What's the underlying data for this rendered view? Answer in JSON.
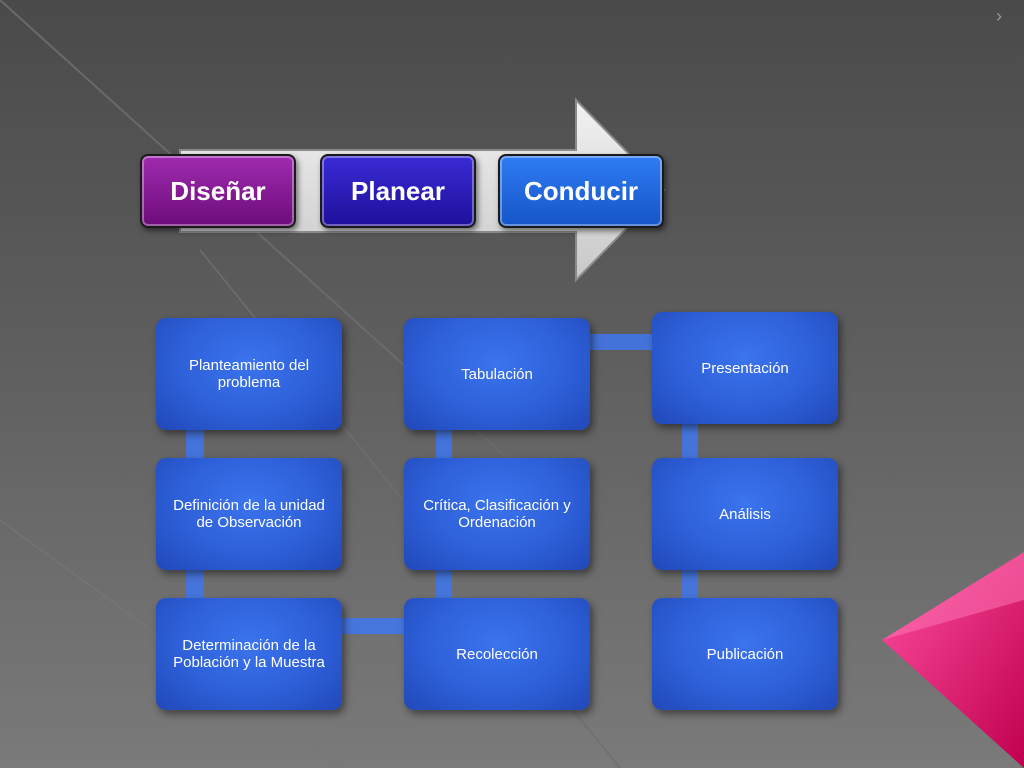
{
  "bullet_symbol": "›",
  "process": {
    "steps": [
      "Diseñar",
      "Planear",
      "Conducir"
    ]
  },
  "flow": {
    "columns": [
      [
        "Planteamiento del problema",
        "Definición de la unidad de Observación",
        "Determinación de la Población y la Muestra"
      ],
      [
        "Tabulación",
        "Crítica, Clasificación y Ordenación",
        "Recolección"
      ],
      [
        "Presentación",
        "Análisis",
        "Publicación"
      ]
    ]
  },
  "colors": {
    "step1": "#8a1f9a",
    "step2": "#2a1bc0",
    "step3": "#2470e6",
    "box": "#2d5fd8",
    "accent": "#e0186a"
  }
}
